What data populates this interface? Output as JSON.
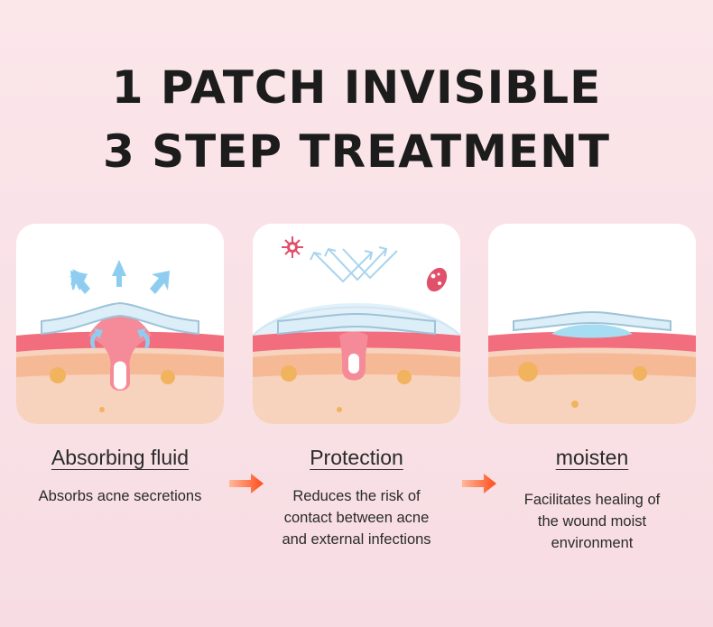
{
  "title": {
    "line1": "1 PATCH INVISIBLE",
    "line2": "3 STEP TREATMENT"
  },
  "steps": [
    {
      "heading": "Absorbing fluid",
      "description": "Absorbs acne secretions"
    },
    {
      "heading": "Protection",
      "description_lines": [
        "Reduces the risk of",
        "contact between acne",
        "and external infections"
      ]
    },
    {
      "heading": "moisten",
      "description_lines": [
        "Facilitates healing of",
        "the wound moist",
        "environment"
      ]
    }
  ],
  "colors": {
    "background": "#f9e2e7",
    "skin_top": "#f26d7d",
    "skin_layer": "#f7c3a6",
    "arrow": "#ff4d1a",
    "patch": "#cfe8f3",
    "flow_arrow": "#8fcdf0"
  },
  "icons": [
    "bacteria-icon",
    "virus-icon",
    "right-arrow-icon"
  ]
}
